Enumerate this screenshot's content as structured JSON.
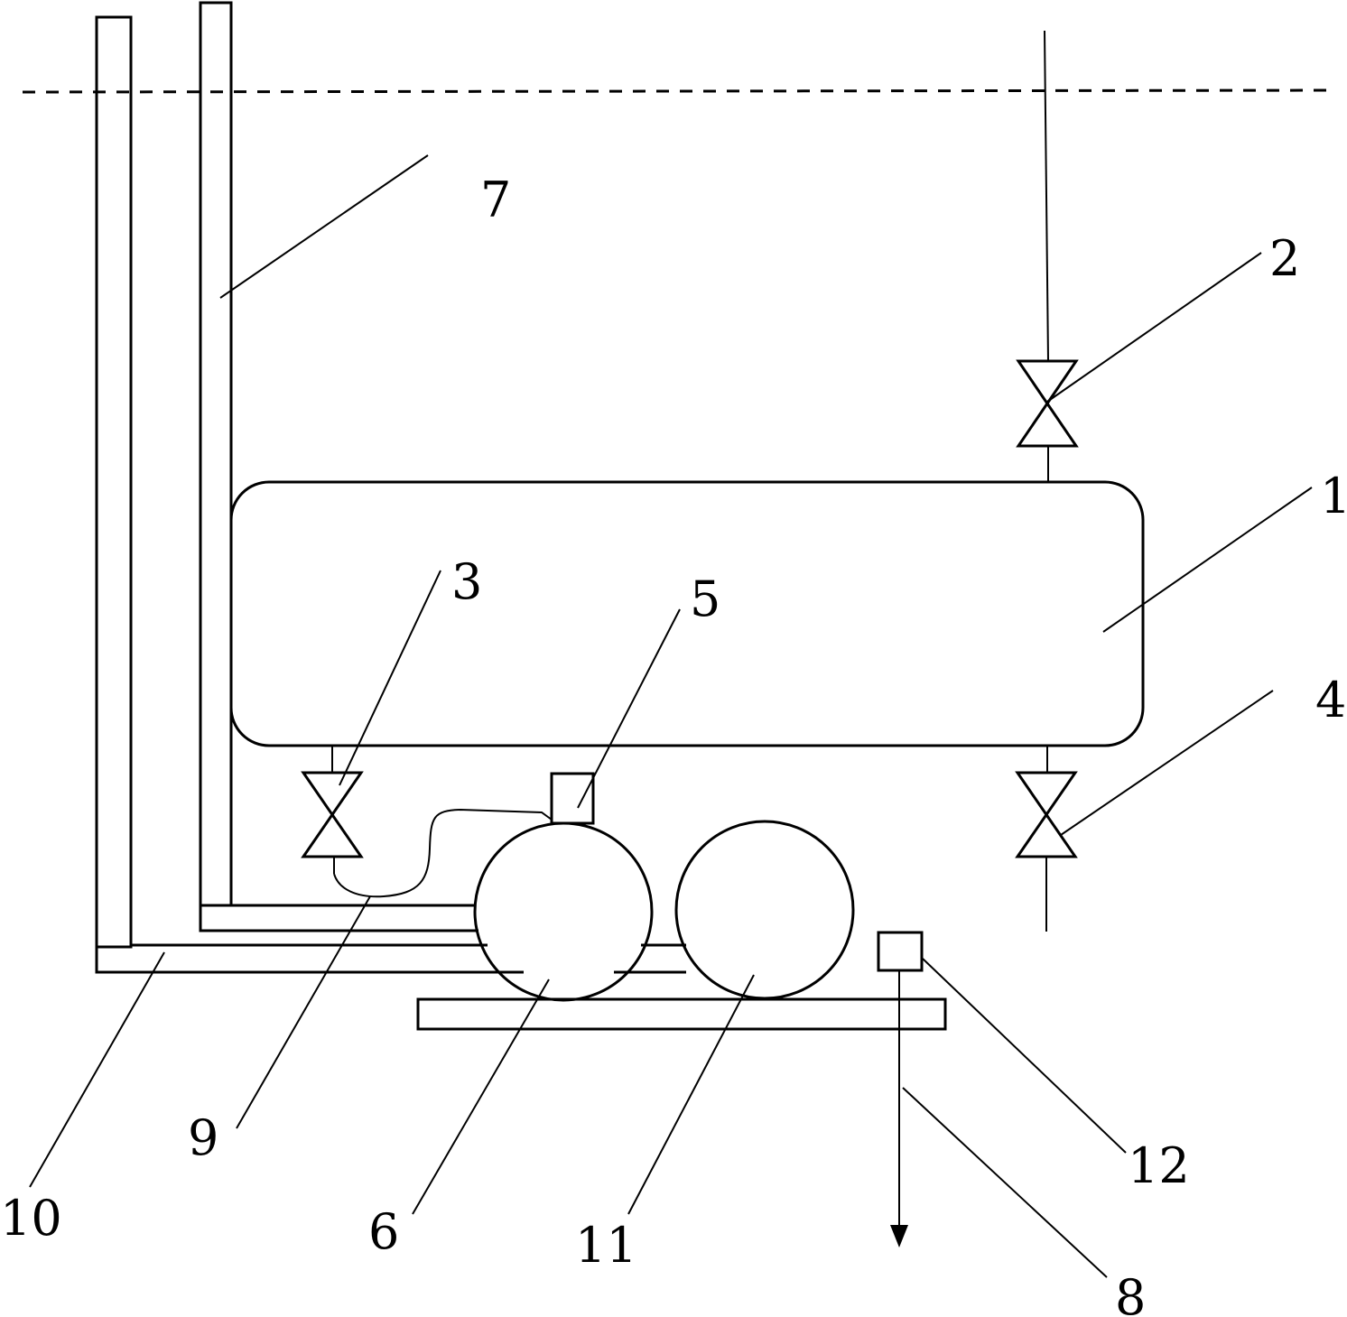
{
  "labels": {
    "n1": "1",
    "n2": "2",
    "n3": "3",
    "n4": "4",
    "n5": "5",
    "n6": "6",
    "n7": "7",
    "n8": "8",
    "n9": "9",
    "n10": "10",
    "n11": "11",
    "n12": "12"
  }
}
